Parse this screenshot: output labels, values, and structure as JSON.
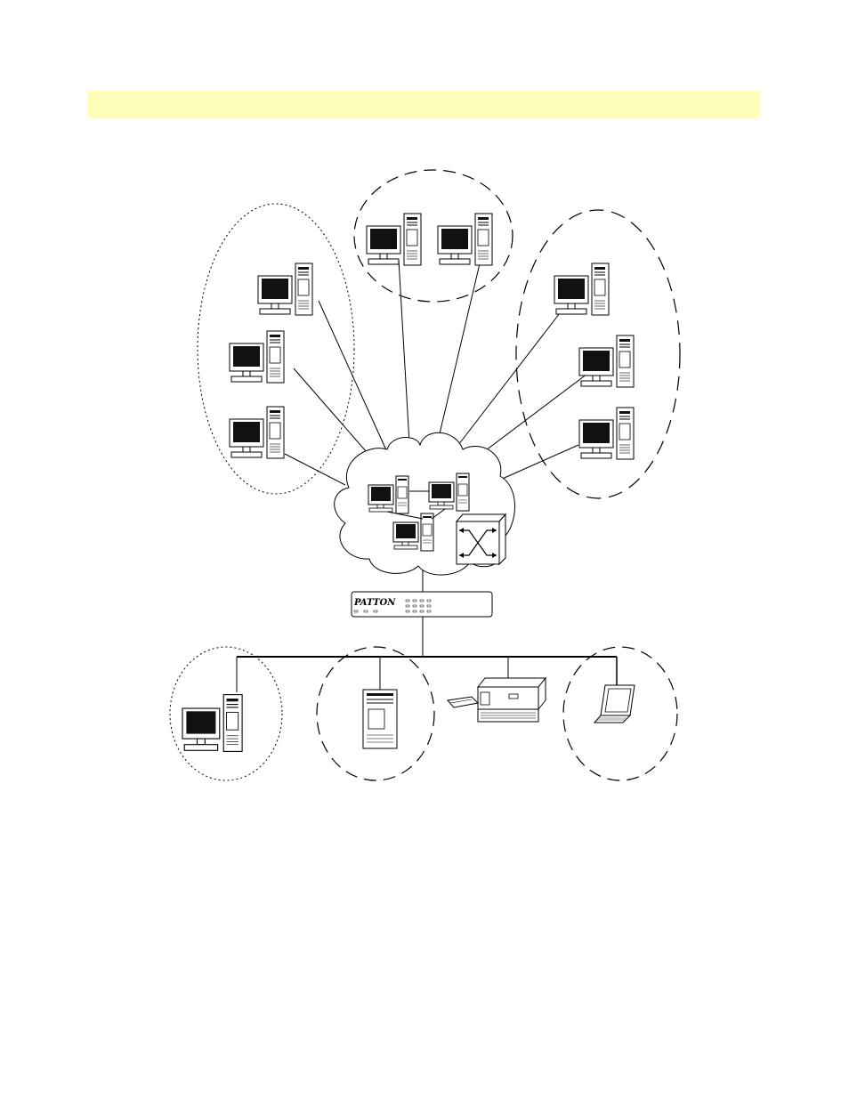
{
  "page": {
    "background": "#ffffff",
    "banner_color": "#fffeb8"
  },
  "diagram": {
    "router": {
      "brand": "PATTON"
    },
    "clusters": {
      "left": {
        "style": "dotted",
        "workstations": 3
      },
      "top": {
        "style": "dashed",
        "workstations": 2
      },
      "right": {
        "style": "dashed",
        "workstations": 3
      },
      "bottom_left": {
        "style": "dotted",
        "device": "workstation"
      },
      "bottom_mid": {
        "style": "dashed",
        "device": "server"
      },
      "bottom_right": {
        "style": "dashed",
        "device": "laptop"
      }
    },
    "cloud": {
      "devices": [
        "workstation",
        "workstation",
        "workstation",
        "crossconnect-switch-icon"
      ]
    },
    "lan": {
      "devices": [
        "workstation",
        "server",
        "printer",
        "laptop"
      ]
    }
  }
}
